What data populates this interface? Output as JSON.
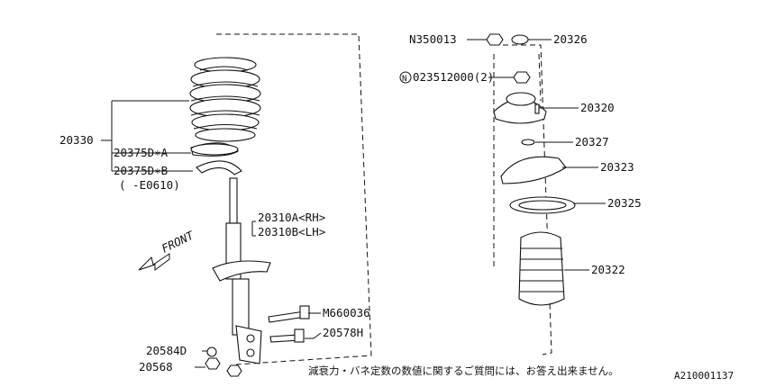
{
  "labels": {
    "spring_assy": "20330",
    "seat_a": "20375D∗A",
    "seat_b": "20375D∗B",
    "seat_b_range": "( -E0610)",
    "strut_rh": "20310A<RH>",
    "strut_lh": "20310B<LH>",
    "front": "FRONT",
    "bolt_upper": "M660036",
    "bolt_lower": "20578H",
    "washer": "20584D",
    "nut_lower": "20568",
    "nut_top": "N350013",
    "cap": "20326",
    "nut_mount_circle": "N",
    "nut_mount": "023512000(2)",
    "mount": "20320",
    "spacer": "20327",
    "spring_seat_upper": "20323",
    "rubber_seat": "20325",
    "boot": "20322",
    "footnote": "減衰力・バネ定数の数値に関するご質問には、お答え出来ません。",
    "diagram_id": "A210001137"
  }
}
